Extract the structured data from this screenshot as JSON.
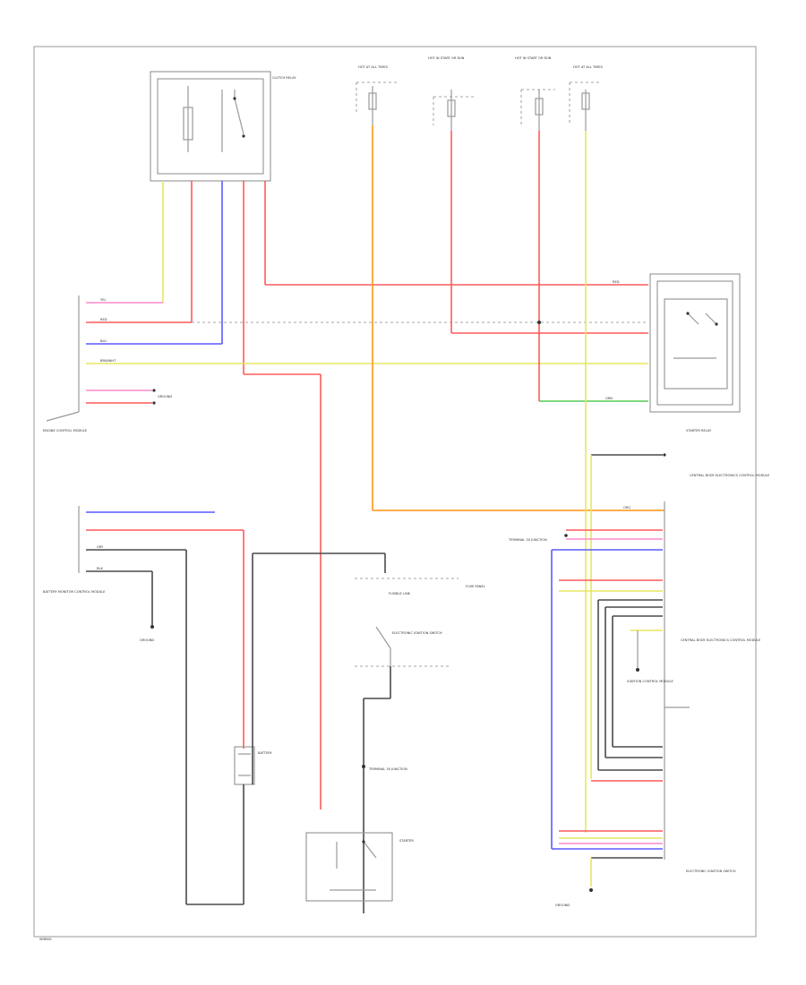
{
  "diagram": {
    "labels": {
      "clutch_relay": "CLUTCH RELAY",
      "fuse_a": "HOT AT ALL TIMES",
      "fuse_b": "HOT IN START OR RUN",
      "fuse_c": "HOT IN START OR RUN",
      "fuse_d": "HOT AT ALL TIMES",
      "starter_relay": "STARTER RELAY",
      "engine_ecm": "ENGINE CONTROL MODULE",
      "ecm_ground": "GROUND",
      "battery_module": "BATTERY MONITOR CONTROL MODULE",
      "battery_ground": "GROUND",
      "battery": "BATTERY",
      "fuse_panel": "FUSE PANEL",
      "fusible_link": "FUSIBLE LINK",
      "terminal_30": "TERMINAL 30 JUNCTION",
      "starter": "STARTER",
      "central_module": "CENTRAL BODY ELECTRONICS CONTROL MODULE",
      "electronic_ignition": "ELECTRONIC IGNITION SWITCH",
      "ignition_control": "IGNITION CONTROL MODULE",
      "ground_bottom": "GROUND",
      "watermark": "WIRING"
    },
    "wire_tags": {
      "yel": "YEL",
      "red": "RED",
      "blu": "BLU",
      "brn_wht": "BRN/WHT",
      "grn": "GRN",
      "org": "ORG",
      "gry": "GRY",
      "blk": "BLK"
    }
  }
}
